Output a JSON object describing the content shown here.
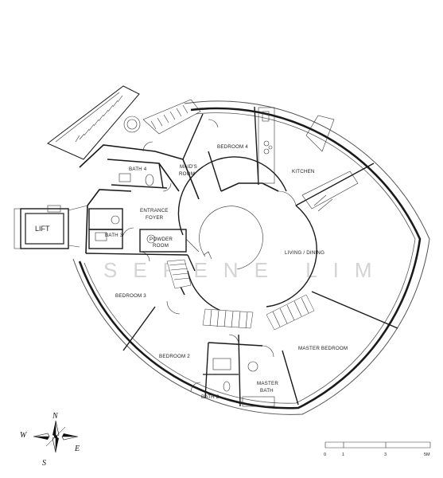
{
  "watermark": "SERENE LIM",
  "rooms": {
    "bath4": "BATH 4",
    "maids_room_1": "MAID'S",
    "maids_room_2": "ROOM",
    "bedroom4": "BEDROOM 4",
    "kitchen": "KITCHEN",
    "lift": "LIFT",
    "entrance_foyer_1": "ENTRANCE",
    "entrance_foyer_2": "FOYER",
    "bath3": "BATH 3",
    "powder_room_1": "POWDER",
    "powder_room_2": "ROOM",
    "living_dining": "LIVING / DINING",
    "bedroom3": "BEDROOM 3",
    "bedroom2": "BEDROOM 2",
    "master_bedroom": "MASTER BEDROOM",
    "master_bath_1": "MASTER",
    "master_bath_2": "BATH",
    "bath2": "BATH 2"
  },
  "compass": {
    "n": "N",
    "s": "S",
    "e": "E",
    "w": "W"
  },
  "scale_bar": {
    "ticks": [
      "0",
      "1",
      "3",
      "5M"
    ]
  }
}
